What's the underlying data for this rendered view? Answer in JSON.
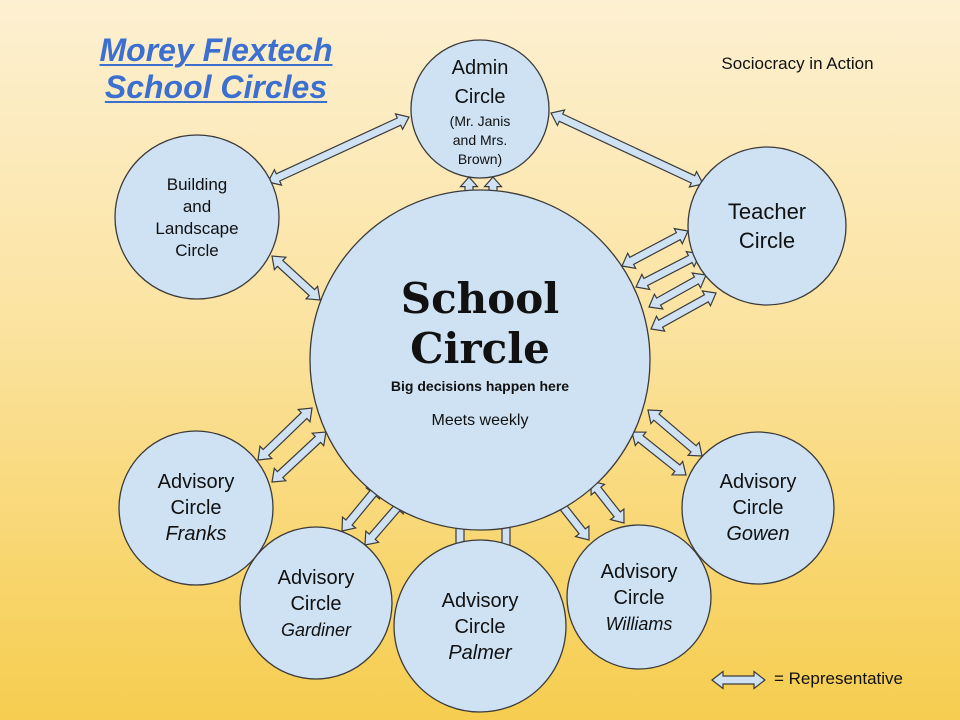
{
  "title": {
    "line1": "Morey Flextech",
    "line2": "School Circles"
  },
  "subtitle": "Sociocracy in Action",
  "colors": {
    "circle_fill": "#cfe2f3",
    "stroke": "#3b3b3b",
    "title": "#3b6fd0"
  },
  "school_circle": {
    "line1": "School",
    "line2": "Circle",
    "tagline": "Big decisions happen here",
    "schedule": "Meets weekly"
  },
  "admin_circle": {
    "line1": "Admin",
    "line2": "Circle",
    "members": [
      "(Mr. Janis",
      "and Mrs.",
      "Brown)"
    ]
  },
  "teacher_circle": {
    "line1": "Teacher",
    "line2": "Circle"
  },
  "building_circle": {
    "lines": [
      "Building",
      "and",
      "Landscape",
      "Circle"
    ]
  },
  "advisory_circles": [
    {
      "line1": "Advisory",
      "line2": "Circle",
      "teacher": "Franks"
    },
    {
      "line1": "Advisory",
      "line2": "Circle",
      "teacher": "Gardiner"
    },
    {
      "line1": "Advisory",
      "line2": "Circle",
      "teacher": "Palmer"
    },
    {
      "line1": "Advisory",
      "line2": "Circle",
      "teacher": "Williams"
    },
    {
      "line1": "Advisory",
      "line2": "Circle",
      "teacher": "Gowen"
    }
  ],
  "legend": {
    "label": "= Representative",
    "icon": "double-arrow-icon"
  }
}
